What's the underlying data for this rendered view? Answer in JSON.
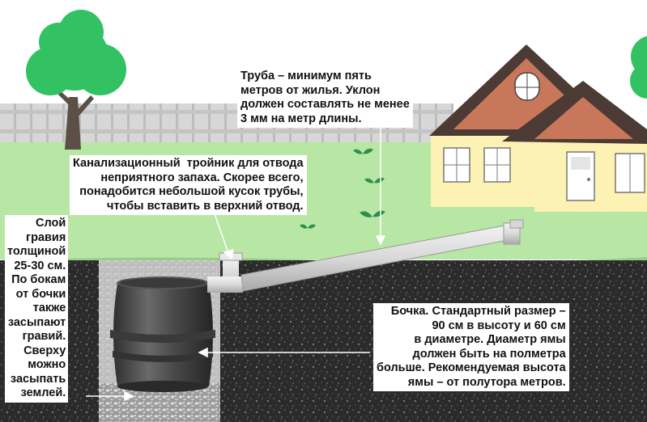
{
  "labels": {
    "pipe": "Труба – минимум пять\nметров от жилья. Уклон\nдолжен составлять не менее\n3 мм на метр длины.",
    "tee": "Канализационный  тройник для отвода\nнеприятного запаха. Скорее всего,\nпонадобится небольшой кусок трубы,\nчтобы вставить в верхний отвод.",
    "gravel": "Слой\nгравия\nтолщиной\n25-30 см.\nПо бокам\nот бочки\nтакже\nзасыпают\nгравий.\nСверху\nможно\nзасыпать\nземлей.",
    "barrel": "Бочка. Стандартный размер –\n90 см в высоту и 60 см\nв диаметре. Диаметр ямы\nдолжен быть на полметра\nбольше. Рекомендуемая высота\nямы – от полутора метров."
  },
  "colors": {
    "lawn": "#b8e6a4",
    "soil": "#2a2a2a",
    "house_wall": "#fbf2b4",
    "roof": "#4c3a34",
    "gable": "#c9775a",
    "tree": "#33c263",
    "barrel": "#4a4a4a",
    "pipe": "#e2e2e2"
  }
}
